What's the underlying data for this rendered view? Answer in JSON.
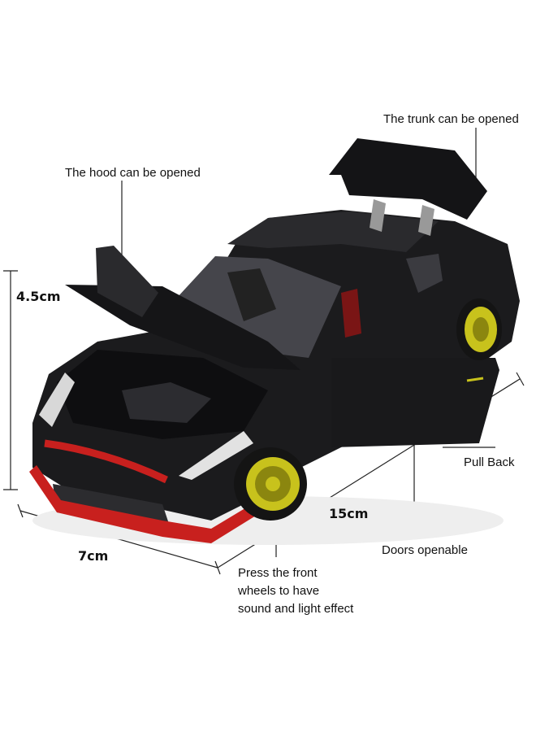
{
  "annotations": {
    "trunk": "The trunk can be opened",
    "hood": "The hood can be opened",
    "pull_back": "Pull Back",
    "doors": "Doors openable",
    "front_wheels": [
      "Press the front",
      "wheels to have",
      "sound and light effect"
    ]
  },
  "dimensions": {
    "height": "4.5cm",
    "length": "15cm",
    "width": "7cm"
  },
  "colors": {
    "car_body": "#1b1b1d",
    "rim": "#c8c21c",
    "accent_red": "#c8201e",
    "line": "#222222"
  }
}
